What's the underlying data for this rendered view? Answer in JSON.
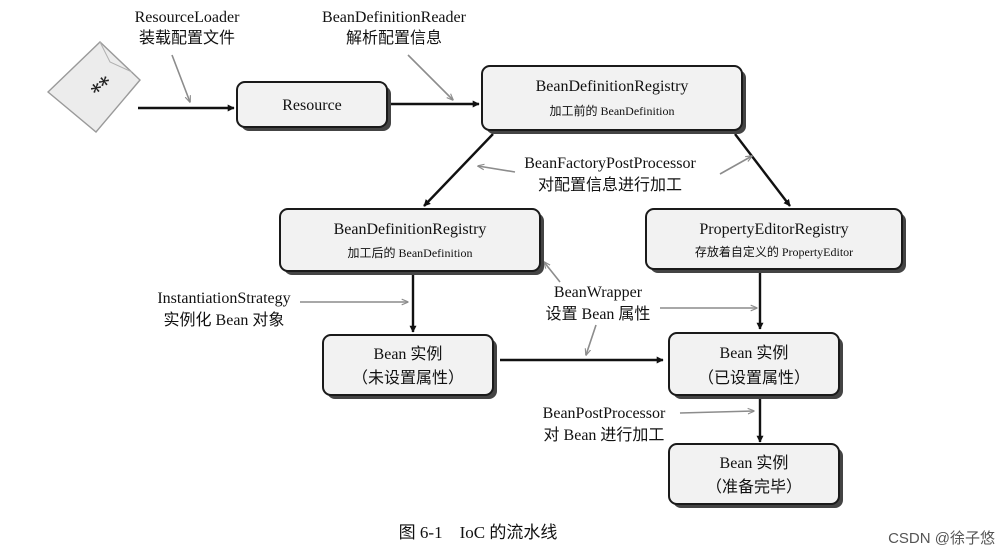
{
  "nodes": {
    "resource": {
      "label": "Resource"
    },
    "registry_top": {
      "label": "BeanDefinitionRegistry",
      "sub": "加工前的 BeanDefinition"
    },
    "registry_left": {
      "label": "BeanDefinitionRegistry",
      "sub": "加工后的 BeanDefinition"
    },
    "editor_registry": {
      "label": "PropertyEditorRegistry",
      "sub": "存放着自定义的 PropertyEditor"
    },
    "bean_unset": {
      "label": "Bean 实例",
      "sub": "（未设置属性）"
    },
    "bean_set": {
      "label": "Bean 实例",
      "sub": "（已设置属性）"
    },
    "bean_ready": {
      "label": "Bean 实例",
      "sub": "（准备完毕）"
    }
  },
  "annotations": {
    "resource_loader": {
      "line1": "ResourceLoader",
      "line2": "装载配置文件"
    },
    "definition_reader": {
      "line1": "BeanDefinitionReader",
      "line2": "解析配置信息"
    },
    "factory_post_processor": {
      "line1": "BeanFactoryPostProcessor",
      "line2": "对配置信息进行加工"
    },
    "instantiation_strategy": {
      "line1": "InstantiationStrategy",
      "line2": "实例化 Bean 对象"
    },
    "bean_wrapper": {
      "line1": "BeanWrapper",
      "line2": "设置 Bean 属性"
    },
    "bean_post_processor": {
      "line1": "BeanPostProcessor",
      "line2": "对 Bean 进行加工"
    }
  },
  "file_icon": {
    "name": "config-file-icon",
    "marks": "**"
  },
  "caption": "图 6-1　IoC 的流水线",
  "watermark": "CSDN @徐子悠",
  "colors": {
    "box_fill": "#f2f2f2",
    "box_stroke": "#1a1a1a",
    "note_arrow": "#8c8c8c"
  }
}
